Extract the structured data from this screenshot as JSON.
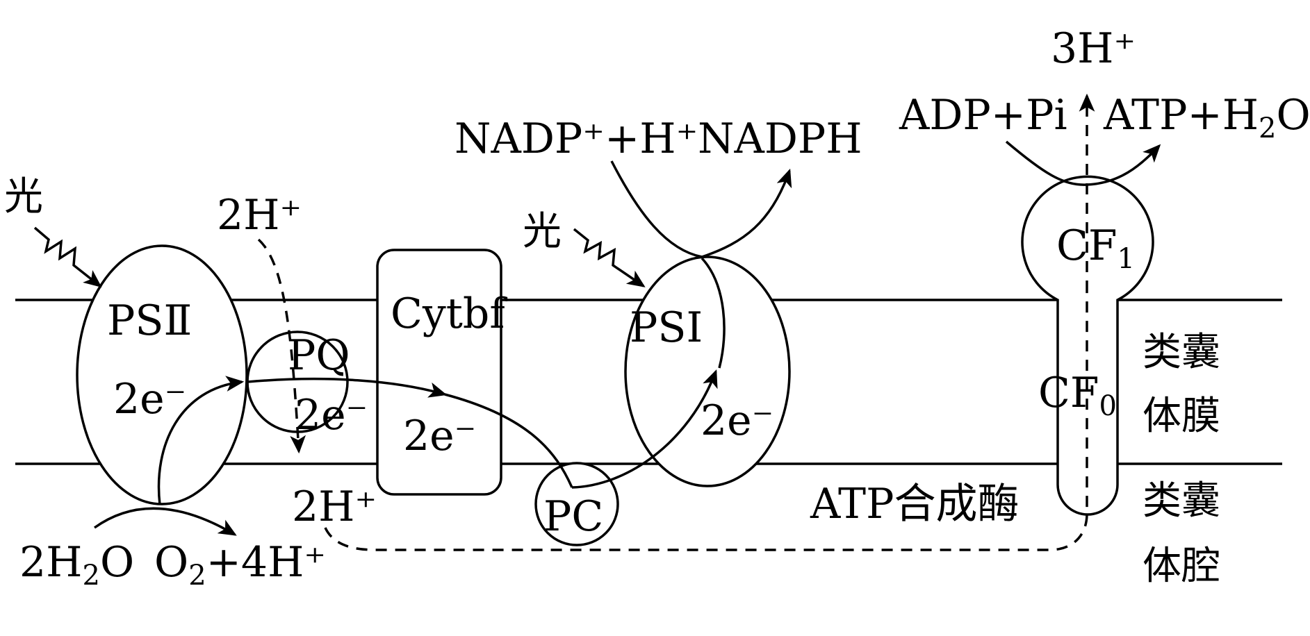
{
  "light_psii": "光",
  "light_psi": "光",
  "psii": "PSⅡ",
  "psi": "PSⅠ",
  "pq": "PQ",
  "cytbf": "Cytbf",
  "pc": "PC",
  "cf1": {
    "main": "CF",
    "sub": "1"
  },
  "cf0": {
    "main": "CF",
    "sub": "0"
  },
  "electrons": {
    "psii": "2e⁻",
    "pq": "2e⁻",
    "cytbf": "2e⁻",
    "psi": "2e⁻"
  },
  "protons": {
    "stroma_pq": "2H⁺",
    "lumen_pq": "2H⁺",
    "atp_out": "3H⁺"
  },
  "water_split": {
    "reactant_pre": "2H",
    "reactant_sub": "2",
    "reactant_post": "O",
    "product_pre": "O",
    "product_sub": "2",
    "product_post": "+4H⁺"
  },
  "nadp": {
    "reactant": "NADP⁺+H⁺",
    "product": "NADPH"
  },
  "atp": {
    "reactant": "ADP+Pi",
    "product_pre": "ATP+H",
    "product_sub": "2",
    "product_post": "O"
  },
  "atp_synthase": "ATP合成酶",
  "membrane": {
    "line1": "类囊",
    "line2": "体膜"
  },
  "lumen": {
    "line1": "类囊",
    "line2": "体腔"
  }
}
